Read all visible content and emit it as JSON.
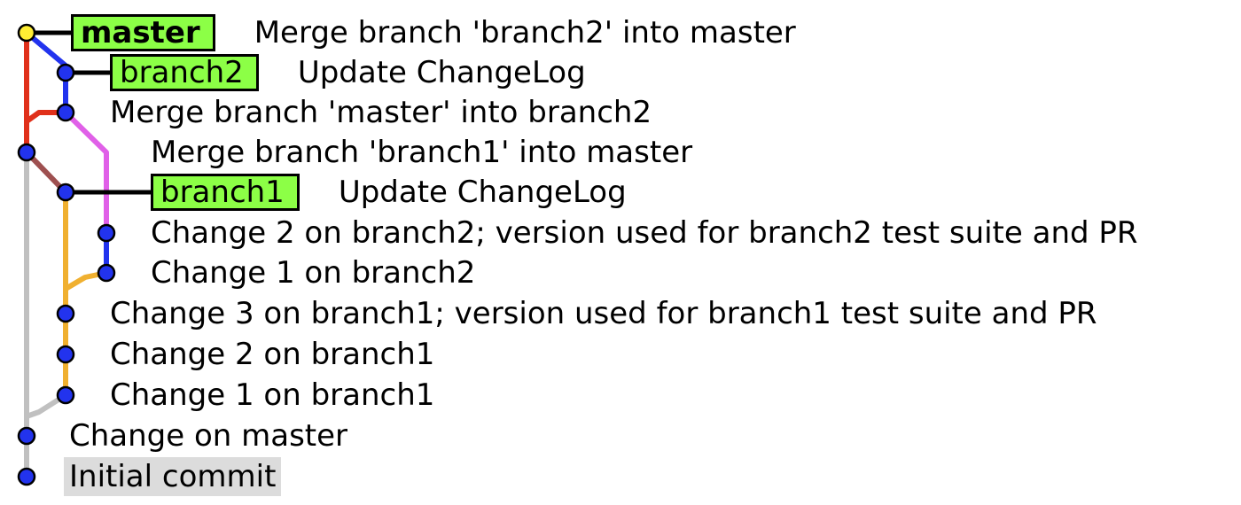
{
  "colors": {
    "head_node": "#ffee33",
    "node": "#2233ee",
    "ref_badge": "#8cff46",
    "selected_row": "#dcdcdc",
    "lane_master": "#e0301a",
    "lane_branch2": "#2233ee",
    "lane_merge_pink": "#e060e8",
    "lane_brown": "#9e5050",
    "lane_branch1": "#f0b030",
    "lane_base": "#c0c0c0",
    "ref_link": "#000000"
  },
  "commits": [
    {
      "message": "Merge branch 'branch2' into master",
      "ref": "master",
      "head": true,
      "selected": false
    },
    {
      "message": "Update ChangeLog",
      "ref": "branch2",
      "head": false,
      "selected": false
    },
    {
      "message": "Merge branch 'master' into branch2",
      "ref": "",
      "head": false,
      "selected": false
    },
    {
      "message": "Merge branch 'branch1' into master",
      "ref": "",
      "head": false,
      "selected": false
    },
    {
      "message": "Update ChangeLog",
      "ref": "branch1",
      "head": false,
      "selected": false
    },
    {
      "message": "Change 2 on branch2; version used for branch2 test suite and PR",
      "ref": "",
      "head": false,
      "selected": false
    },
    {
      "message": "Change 1 on branch2",
      "ref": "",
      "head": false,
      "selected": false
    },
    {
      "message": "Change 3 on branch1; version used for branch1 test suite and PR",
      "ref": "",
      "head": false,
      "selected": false
    },
    {
      "message": "Change 2 on branch1",
      "ref": "",
      "head": false,
      "selected": false
    },
    {
      "message": "Change 1 on branch1",
      "ref": "",
      "head": false,
      "selected": false
    },
    {
      "message": "Change on master",
      "ref": "",
      "head": false,
      "selected": false
    },
    {
      "message": "Initial commit",
      "ref": "",
      "head": false,
      "selected": true
    }
  ]
}
